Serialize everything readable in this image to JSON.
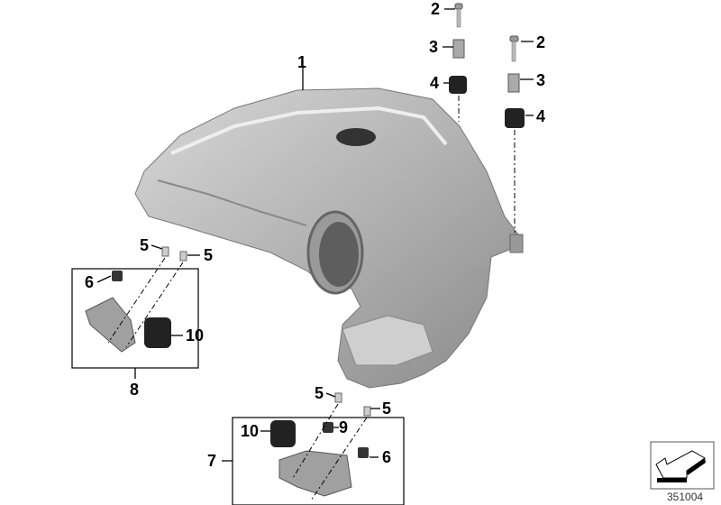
{
  "diagram": {
    "parts": {
      "tank": "1",
      "bolt_left": "2",
      "bolt_right": "2",
      "sleeve_left": "3",
      "sleeve_right": "3",
      "grommet_left": "4",
      "grommet_right": "4",
      "screw_a": "5",
      "screw_b": "5",
      "screw_c": "5",
      "screw_d": "5",
      "nut_left": "6",
      "nut_right": "6",
      "bracket_rear": "7",
      "bracket_front": "8",
      "clip": "9",
      "damper_left": "10",
      "damper_bottom": "10"
    },
    "reference_number": "351004"
  },
  "colors": {
    "tank_fill": "#b9b9b9",
    "tank_shade": "#8e8e8e",
    "rubber": "#2a2a2a"
  }
}
